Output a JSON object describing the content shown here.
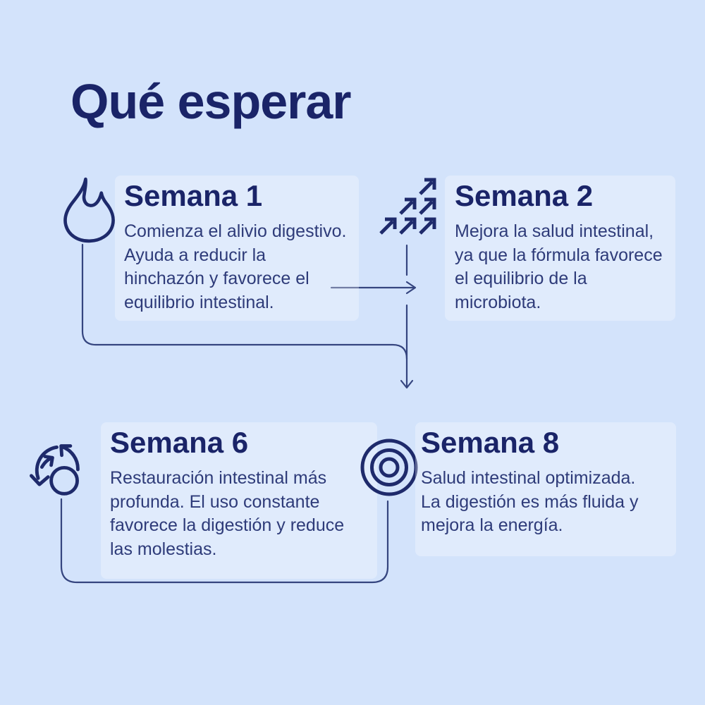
{
  "header": {
    "title": "Qué esperar"
  },
  "sections": [
    {
      "id": "semana-1",
      "icon": "flame-icon",
      "title": "Semana 1",
      "description_lines": [
        "Comienza el alivio digestivo.",
        "Ayuda a reducir la",
        "hinchazón y favorece el",
        "equilibrio intestinal."
      ]
    },
    {
      "id": "semana-2",
      "icon": "growth-arrows-icon",
      "title": "Semana 2",
      "description_lines": [
        "Mejora la salud intestinal,",
        "ya que la fórmula favorece",
        "el equilibrio de la",
        "microbiota."
      ]
    },
    {
      "id": "semana-6",
      "icon": "cycle-icon",
      "title": "Semana 6",
      "description_lines": [
        "Restauración intestinal más",
        "profunda. El uso constante",
        "favorece la digestión y reduce",
        "las molestias."
      ]
    },
    {
      "id": "semana-8",
      "icon": "target-icon",
      "title": "Semana 8",
      "description_lines": [
        "Salud intestinal optimizada.",
        "La digestión es más fluida y",
        "mejora la energía."
      ]
    }
  ],
  "colors": {
    "bg": "#d3e3fb",
    "panel": "rgba(255,255,255,0.30)",
    "heading": "#1a2468",
    "body": "#2e3b79",
    "line": "#35457f",
    "icon": "#1e2a6b"
  }
}
